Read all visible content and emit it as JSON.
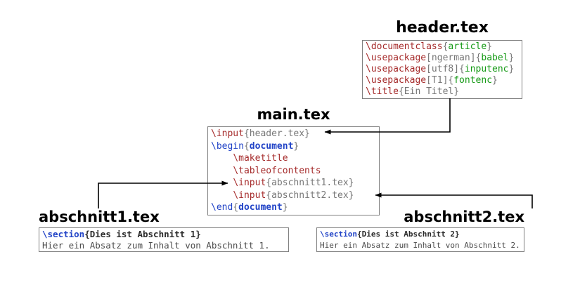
{
  "colors": {
    "cmd": "#a52a2a",
    "kw": "#2143c7",
    "val": "#149914",
    "gray": "#777777",
    "plain": "#4a4a4a",
    "boldtext": "#2b2b2b",
    "arrow": "#000000",
    "box-border": "#808080"
  },
  "files": {
    "header": {
      "title": "header.tex",
      "code": [
        [
          {
            "t": "\\documentclass",
            "c": "cmd"
          },
          {
            "t": "{",
            "c": "gray"
          },
          {
            "t": "article",
            "c": "val"
          },
          {
            "t": "}",
            "c": "gray"
          }
        ],
        [
          {
            "t": "\\usepackage",
            "c": "cmd"
          },
          {
            "t": "[ngerman]{",
            "c": "gray"
          },
          {
            "t": "babel",
            "c": "val"
          },
          {
            "t": "}",
            "c": "gray"
          }
        ],
        [
          {
            "t": "\\usepackage",
            "c": "cmd"
          },
          {
            "t": "[utf8]{",
            "c": "gray"
          },
          {
            "t": "inputenc",
            "c": "val"
          },
          {
            "t": "}",
            "c": "gray"
          }
        ],
        [
          {
            "t": "\\usepackage",
            "c": "cmd"
          },
          {
            "t": "[T1]{",
            "c": "gray"
          },
          {
            "t": "fontenc",
            "c": "val"
          },
          {
            "t": "}",
            "c": "gray"
          }
        ],
        [
          {
            "t": "\\title",
            "c": "cmd"
          },
          {
            "t": "{Ein Titel}",
            "c": "gray"
          }
        ]
      ]
    },
    "main": {
      "title": "main.tex",
      "code": [
        [
          {
            "t": "\\input",
            "c": "cmd"
          },
          {
            "t": "{header.tex}",
            "c": "gray"
          }
        ],
        [
          {
            "t": "\\begin",
            "c": "kw"
          },
          {
            "t": "{",
            "c": "gray"
          },
          {
            "t": "document",
            "c": "kwb"
          },
          {
            "t": "}",
            "c": "gray"
          }
        ],
        [
          {
            "t": "    ",
            "c": "plain"
          },
          {
            "t": "\\maketitle",
            "c": "cmd"
          }
        ],
        [
          {
            "t": "    ",
            "c": "plain"
          },
          {
            "t": "\\tableofcontents",
            "c": "cmd"
          }
        ],
        [
          {
            "t": "    ",
            "c": "plain"
          },
          {
            "t": "\\input",
            "c": "cmd"
          },
          {
            "t": "{abschnitt1.tex}",
            "c": "gray"
          }
        ],
        [
          {
            "t": "    ",
            "c": "plain"
          },
          {
            "t": "\\input",
            "c": "cmd"
          },
          {
            "t": "{abschnitt2.tex}",
            "c": "gray"
          }
        ],
        [
          {
            "t": "\\end",
            "c": "kw"
          },
          {
            "t": "{",
            "c": "gray"
          },
          {
            "t": "document",
            "c": "kwb"
          },
          {
            "t": "}",
            "c": "gray"
          }
        ]
      ]
    },
    "abschnitt1": {
      "title": "abschnitt1.tex",
      "code": [
        [
          {
            "t": "\\section",
            "c": "kwb"
          },
          {
            "t": "{Dies ist Abschnitt 1}",
            "c": "boldtext"
          }
        ],
        [
          {
            "t": "Hier ein Absatz zum Inhalt von Abschnitt 1.",
            "c": "plain"
          }
        ]
      ]
    },
    "abschnitt2": {
      "title": "abschnitt2.tex",
      "code": [
        [
          {
            "t": "\\section",
            "c": "kwb"
          },
          {
            "t": "{Dies ist Abschnitt 2}",
            "c": "boldtext"
          }
        ],
        [
          {
            "t": "Hier ein Absatz zum Inhalt von Abschnitt 2.",
            "c": "plain"
          }
        ]
      ]
    }
  }
}
